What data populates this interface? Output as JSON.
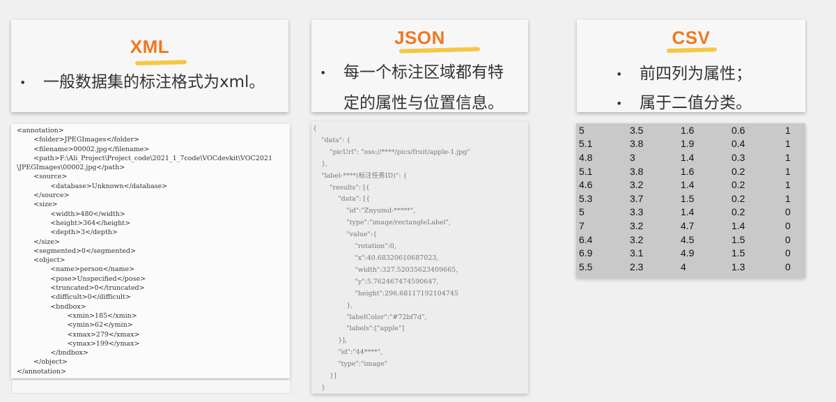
{
  "xml_card": {
    "title": "XML",
    "bullets": [
      "一般数据集的标注格式为xml。"
    ],
    "code_lines": [
      "<annotation>",
      "        <folder>JPEGImages</folder>",
      "        <filename>00002.jpg</filename>",
      "        <path>F:\\Ali_Project\\Project_code\\2021_1_7code\\VOCdevkit\\VOC2021",
      "\\JPEGImages\\00002.jpg</path>",
      "        <source>",
      "                <database>Unknown</database>",
      "        </source>",
      "        <size>",
      "                <width>480</width>",
      "                <height>364</height>",
      "                <depth>3</depth>",
      "        </size>",
      "        <segmented>0</segmented>",
      "        <object>",
      "                <name>person</name>",
      "                <pose>Unspecified</pose>",
      "                <truncated>0</truncated>",
      "                <difficult>0</difficult>",
      "                <bndbox>",
      "                        <xmin>185</xmin>",
      "                        <ymin>62</ymin>",
      "                        <xmax>279</xmax>",
      "                        <ymax>199</ymax>",
      "                </bndbox>",
      "        </object>",
      "</annotation>"
    ]
  },
  "json_card": {
    "title": "JSON",
    "bullets": [
      "每一个标注区域都有特",
      "定的属性与位置信息。"
    ],
    "code_lines": [
      "{",
      "    \"data\": {",
      "        \"picUrl\": \"oss://****/pics/fruit/apple-1.jpg\"",
      "    },",
      "    \"label-****(标注任务ID)\": {",
      "        \"results\": [{",
      "            \"data\": [{",
      "                \"id\":\"Znyumd-*****\",",
      "                \"type\":\"image/rectangleLabel\",",
      "                \"value\":{",
      "                    \"rotation\":0,",
      "                    \"x\":40.68320610687023,",
      "                    \"width\":327.52035623409665,",
      "                    \"y\":5.762467474590647,",
      "                    \"height\":296.68117192104745",
      "                },",
      "                \"labelColor\":\"#72bf7d\",",
      "                \"labels\":[\"apple\"]",
      "            }],",
      "            \"id\":\"44****\",",
      "            \"type\":\"image\"",
      "        }]",
      "    }"
    ]
  },
  "csv_card": {
    "title": "CSV",
    "bullets": [
      "前四列为属性；",
      "属于二值分类。"
    ],
    "rows": [
      [
        "5",
        "3.5",
        "1.6",
        "0.6",
        "1"
      ],
      [
        "5.1",
        "3.8",
        "1.9",
        "0.4",
        "1"
      ],
      [
        "4.8",
        "3",
        "1.4",
        "0.3",
        "1"
      ],
      [
        "5.1",
        "3.8",
        "1.6",
        "0.2",
        "1"
      ],
      [
        "4.6",
        "3.2",
        "1.4",
        "0.2",
        "1"
      ],
      [
        "5.3",
        "3.7",
        "1.5",
        "0.2",
        "1"
      ],
      [
        "5",
        "3.3",
        "1.4",
        "0.2",
        "0"
      ],
      [
        "7",
        "3.2",
        "4.7",
        "1.4",
        "0"
      ],
      [
        "6.4",
        "3.2",
        "4.5",
        "1.5",
        "0"
      ],
      [
        "6.9",
        "3.1",
        "4.9",
        "1.5",
        "0"
      ],
      [
        "5.5",
        "2.3",
        "4",
        "1.3",
        "0"
      ]
    ]
  },
  "colors": {
    "title": "#f0781e",
    "underline": "#f5c842",
    "json_string": "#c07a38",
    "csv_bg": "#c9c9c9"
  }
}
